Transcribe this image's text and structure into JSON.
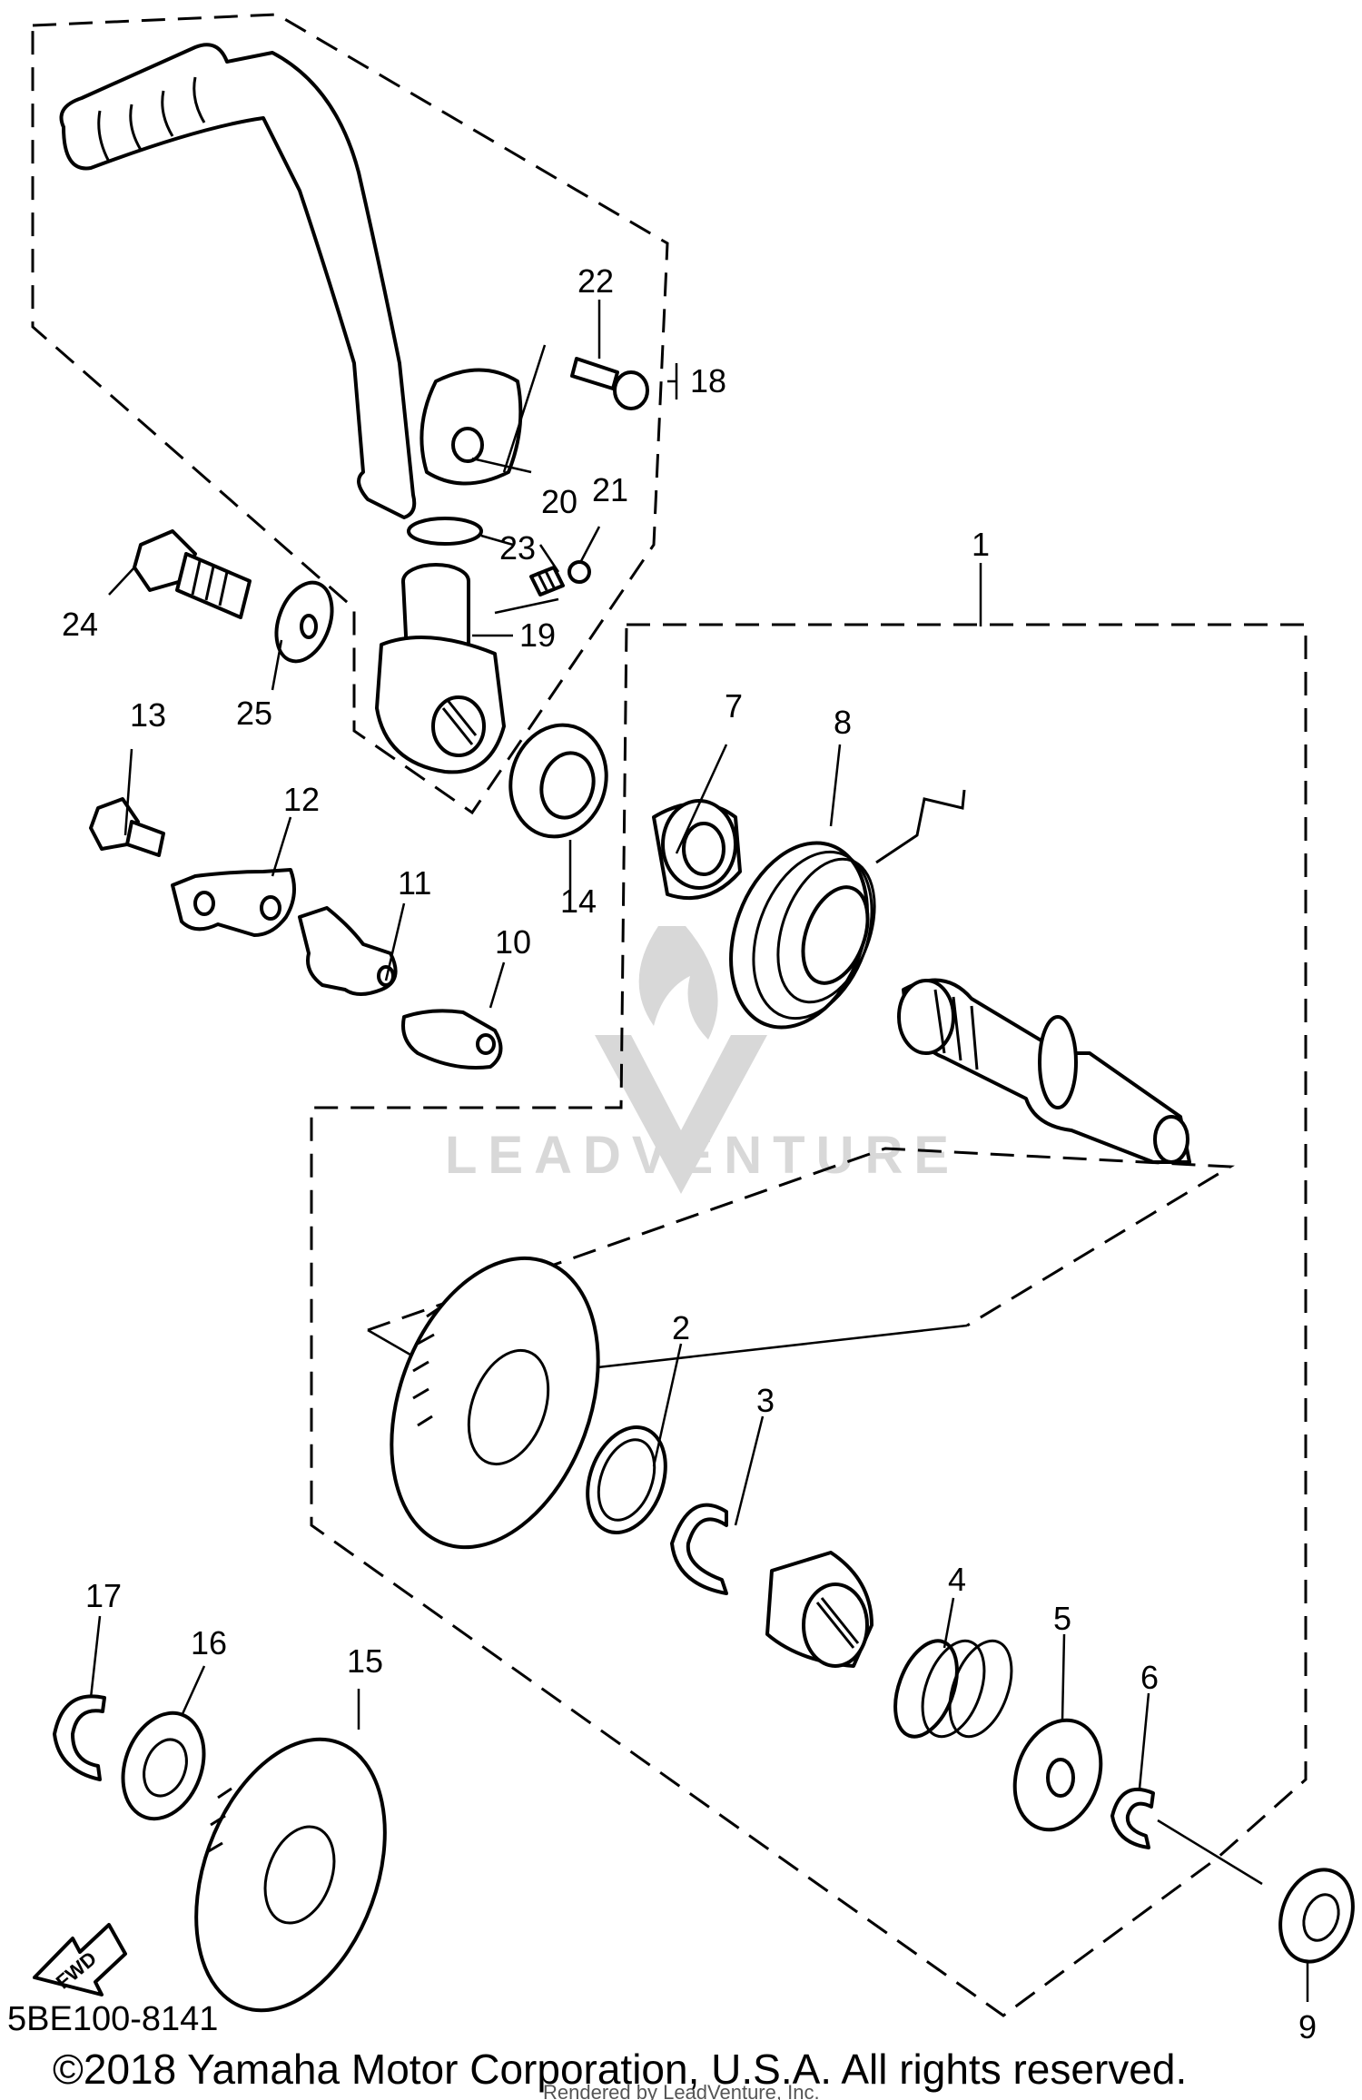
{
  "diagram_code": "5BE100-8141",
  "copyright": "©2018 Yamaha Motor Corporation, U.S.A. All rights reserved.",
  "rendered_by": "Rendered by LeadVenture, Inc.",
  "watermark": "LEADVENTURE",
  "fwd_label": "FWD",
  "callouts": {
    "c1": "1",
    "c2": "2",
    "c3": "3",
    "c4": "4",
    "c5": "5",
    "c6": "6",
    "c7": "7",
    "c8": "8",
    "c9": "9",
    "c10": "10",
    "c11": "11",
    "c12": "12",
    "c13": "13",
    "c14": "14",
    "c15": "15",
    "c16": "16",
    "c17": "17",
    "c18": "18",
    "c19": "19",
    "c20": "20",
    "c21": "21",
    "c22": "22",
    "c23": "23",
    "c24": "24",
    "c25": "25"
  },
  "icons": [
    "fwd-arrow-icon",
    "leadventure-logo-icon"
  ]
}
